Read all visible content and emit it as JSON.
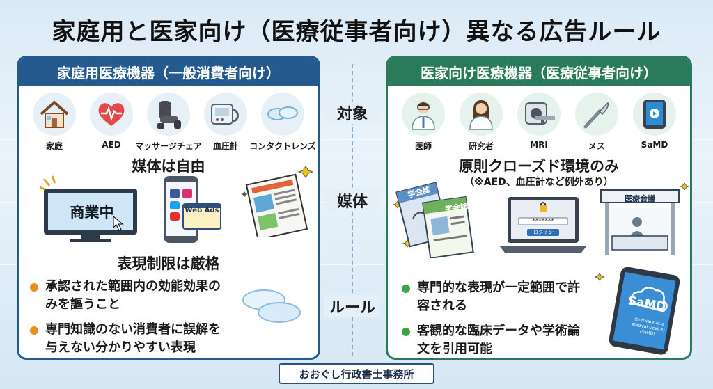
{
  "title": "家庭用と医家向け（医療従事者向け）異なる広告ルール",
  "left_panel": {
    "header": "家庭用医療機器（一般消費者向け）",
    "icons": [
      {
        "label": "家庭",
        "icon": "house-icon"
      },
      {
        "label": "AED",
        "icon": "heart-icon"
      },
      {
        "label": "マッサージチェア",
        "icon": "massage-chair-icon"
      },
      {
        "label": "血圧計",
        "icon": "blood-pressure-monitor-icon"
      },
      {
        "label": "コンタクトレンズ",
        "icon": "contact-lens-icon"
      }
    ],
    "media_heading": "媒体は自由",
    "tv_text": "商業中",
    "phone_ad_text": "Web Ads",
    "rule_heading": "表現制限は厳格",
    "bullets": [
      "承認された範囲内の効能効果のみを謳うこと",
      "専門知識のない消費者に誤解を与えない分かりやすい表現"
    ]
  },
  "middle": {
    "labels": [
      "対象",
      "媒体",
      "ルール"
    ]
  },
  "right_panel": {
    "header": "医家向け医療機器（医療従事者向け）",
    "icons": [
      {
        "label": "医師",
        "icon": "doctor-icon"
      },
      {
        "label": "研究者",
        "icon": "researcher-icon"
      },
      {
        "label": "MRI",
        "icon": "mri-icon"
      },
      {
        "label": "メス",
        "icon": "scalpel-icon"
      },
      {
        "label": "SaMD",
        "icon": "tablet-app-icon"
      }
    ],
    "media_heading": "原則クローズド環境のみ",
    "media_note": "（※AED、血圧計など例外あり）",
    "journal_label_1": "学会誌",
    "journal_label_2": "学会誌",
    "login_password": "*******",
    "login_button": "ログイン",
    "booth_label": "医療会議",
    "bullets": [
      "専門的な表現が一定範囲で許容される",
      "客観的な臨床データや学術論文を引用可能"
    ],
    "samd_title": "SaMD",
    "samd_caption": "(Software as a Medical Device) (SaMD)"
  },
  "footer": "おおぐし行政書士事務所",
  "colors": {
    "left_accent": "#245a8e",
    "right_accent": "#2a7a5c",
    "orange_dot": "#e8901e",
    "green_dot": "#3ea44a"
  }
}
